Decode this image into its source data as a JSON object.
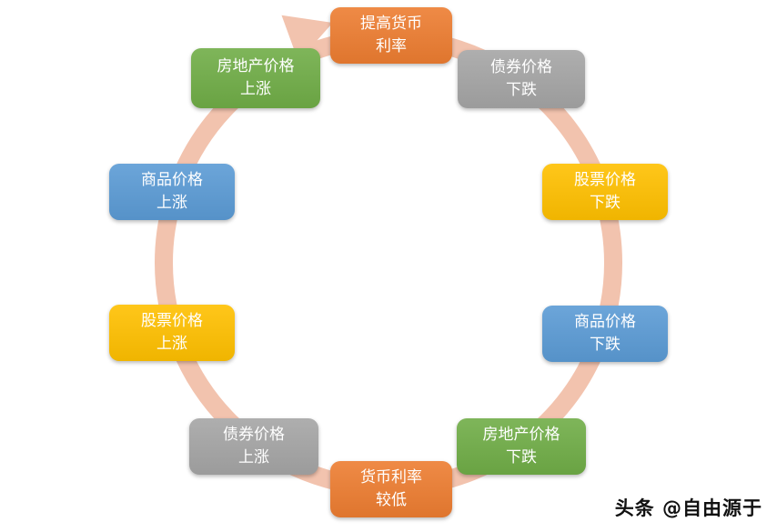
{
  "diagram": {
    "type": "cycle",
    "ring_color": "#F2C3AE",
    "nodes": [
      {
        "id": "raise-interest-rate",
        "lines": [
          "提高货币",
          "利率"
        ],
        "color": "#ED7D31"
      },
      {
        "id": "bond-price-fall",
        "lines": [
          "债券价格",
          "下跌"
        ],
        "color": "#A5A5A5"
      },
      {
        "id": "stock-price-fall",
        "lines": [
          "股票价格",
          "下跌"
        ],
        "color": "#FFC000"
      },
      {
        "id": "commodity-price-fall",
        "lines": [
          "商品价格",
          "下跌"
        ],
        "color": "#5B9BD5"
      },
      {
        "id": "real-estate-price-fall",
        "lines": [
          "房地产价格",
          "下跌"
        ],
        "color": "#70AD47"
      },
      {
        "id": "low-interest-rate",
        "lines": [
          "货币利率",
          "较低"
        ],
        "color": "#ED7D31"
      },
      {
        "id": "bond-price-rise",
        "lines": [
          "债券价格",
          "上涨"
        ],
        "color": "#A5A5A5"
      },
      {
        "id": "stock-price-rise",
        "lines": [
          "股票价格",
          "上涨"
        ],
        "color": "#FFC000"
      },
      {
        "id": "commodity-price-rise",
        "lines": [
          "商品价格",
          "上涨"
        ],
        "color": "#5B9BD5"
      },
      {
        "id": "real-estate-price-rise",
        "lines": [
          "房地产价格",
          "上涨"
        ],
        "color": "#70AD47"
      }
    ]
  },
  "watermark": {
    "text": "头条 @自由源于"
  }
}
